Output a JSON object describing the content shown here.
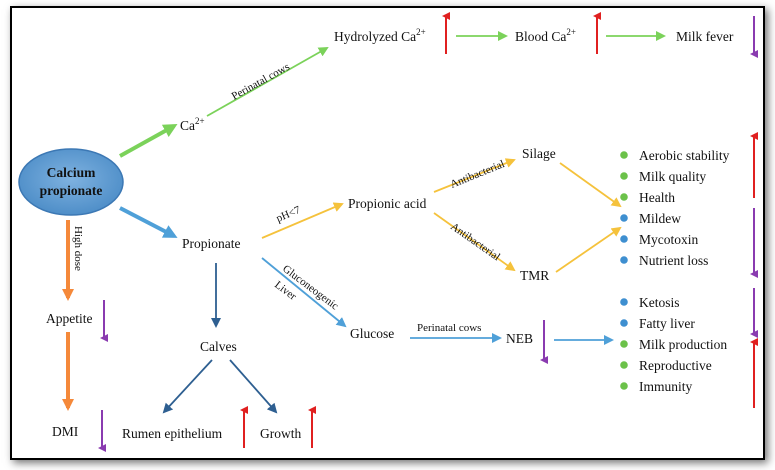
{
  "colors": {
    "green": "#7bd25a",
    "blue": "#4fa0d8",
    "dark_blue": "#2e5f91",
    "orange": "#f5893a",
    "yellow": "#f5c23c",
    "red": "#e02020",
    "purple": "#8a3bb0",
    "node_fill": "#5b9bd5",
    "dot_green": "#6cc24a",
    "dot_blue": "#3e8fd0"
  },
  "nodes": {
    "calcium_propionate_line1": "Calcium",
    "calcium_propionate_line2": "propionate",
    "ca": "Ca",
    "ca_sup": "2+",
    "hydrolyzed_ca": "Hydrolyzed  Ca",
    "hydrolyzed_ca_sup": "2+",
    "blood_ca": "Blood Ca",
    "blood_ca_sup": "2+",
    "milk_fever": "Milk fever",
    "propionate": "Propionate",
    "propionic_acid": "Propionic acid",
    "silage": "Silage",
    "tmr": "TMR",
    "glucose": "Glucose",
    "neb": "NEB",
    "calves": "Calves",
    "rumen_epithelium": "Rumen epithelium",
    "growth": "Growth",
    "appetite": "Appetite",
    "dmi": "DMI"
  },
  "edge_labels": {
    "perinatal_cows_1": "Perinatal cows",
    "perinatal_cows_2": "Perinatal cows",
    "ph": "pH<7",
    "antibacterial_1": "Antibacterial",
    "antibacterial_2": "Antibacterial",
    "gluconeogenic": "Gluconeogenic",
    "liver": "Liver",
    "high_dose": "High dose"
  },
  "effects_silage_tmr": [
    {
      "label": "Aerobic stability",
      "dot": "green"
    },
    {
      "label": "Milk quality",
      "dot": "green"
    },
    {
      "label": "Health",
      "dot": "green"
    },
    {
      "label": "Mildew",
      "dot": "blue"
    },
    {
      "label": "Mycotoxin",
      "dot": "blue"
    },
    {
      "label": "Nutrient loss",
      "dot": "blue"
    }
  ],
  "effects_neb": [
    {
      "label": "Ketosis",
      "dot": "blue"
    },
    {
      "label": "Fatty liver",
      "dot": "blue"
    },
    {
      "label": "Milk production",
      "dot": "green"
    },
    {
      "label": "Reproductive",
      "dot": "green"
    },
    {
      "label": "Immunity",
      "dot": "green"
    }
  ]
}
